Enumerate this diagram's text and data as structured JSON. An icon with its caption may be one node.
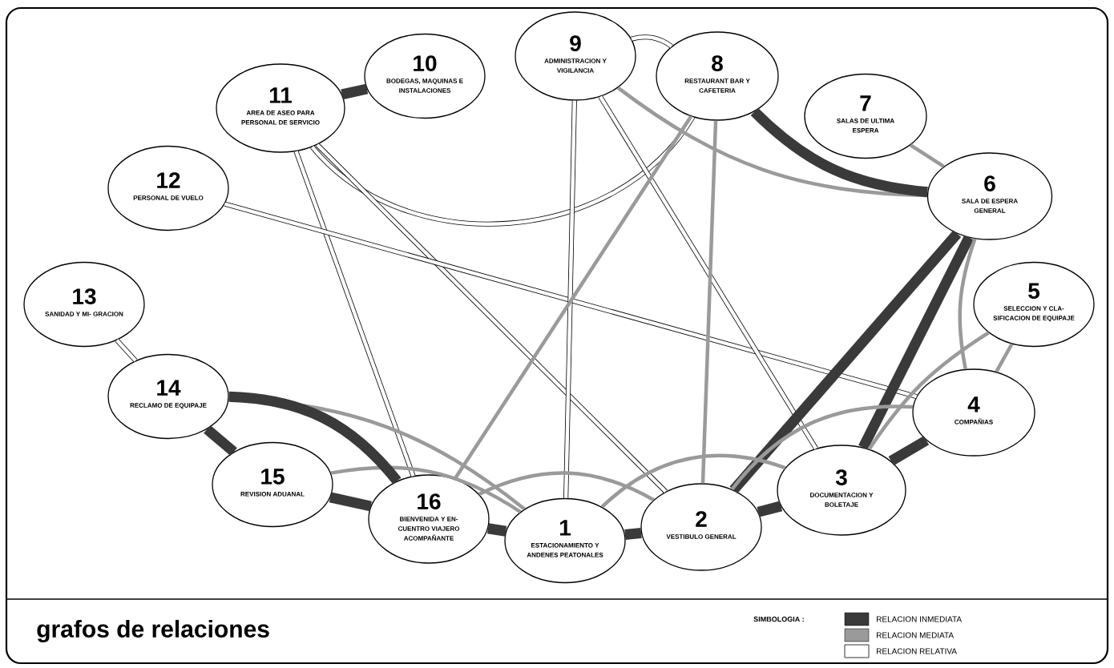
{
  "diagram": {
    "title": "grafos de relaciones",
    "nodes": [
      {
        "text": [
          "1",
          "ESTACIONAMIENTO Y ANDENES PEATONALES"
        ]
      },
      {
        "text": [
          "2",
          "VESTIBULO GENERAL"
        ]
      },
      {
        "text": [
          "3",
          "DOCUMENTACION Y BOLETAJE"
        ]
      },
      {
        "text": [
          "4",
          "COMPAÑIAS"
        ]
      },
      {
        "text": [
          "5",
          "SELECCION Y CLA- SIFICACION DE EQUIPAJE"
        ]
      },
      {
        "text": [
          "6",
          "SALA DE ESPERA GENERAL"
        ]
      },
      {
        "text": [
          "7",
          "SALAS DE ULTIMA ESPERA"
        ]
      },
      {
        "text": [
          "8",
          "RESTAURANT BAR Y CAFETERIA"
        ]
      },
      {
        "text": [
          "9",
          "ADMINISTRACION Y VIGILANCIA"
        ]
      },
      {
        "text": [
          "10",
          "BODEGAS, MAQUINAS E INSTALACIONES"
        ]
      },
      {
        "text": [
          "11",
          "AREA DE ASEO PARA PERSONAL DE SERVICIO"
        ]
      },
      {
        "text": [
          "12",
          "PERSONAL DE VUELO"
        ]
      },
      {
        "text": [
          "13",
          "SANIDAD Y MI- GRACION"
        ]
      },
      {
        "text": [
          "14",
          "RECLAMO DE EQUIPAJE"
        ]
      },
      {
        "text": [
          "15",
          "REVISION ADUANAL"
        ]
      },
      {
        "text": [
          "16",
          "BIENVENIDA Y EN- CUENTRO VIAJERO ACOMPAÑANTE"
        ]
      }
    ],
    "edges": [
      {
        "from": 10,
        "to": 9,
        "arrow": "none",
        "style": "thick",
        "color": "#3a3a3a"
      },
      {
        "from": 8,
        "to": 7,
        "arrow": "none",
        "color": "#000000"
      },
      {
        "from": 10,
        "to": 7,
        "arrow": "none",
        "color": "#000000"
      },
      {
        "from": 10,
        "to": 15,
        "arrow": "none",
        "color": "#000000"
      },
      {
        "from": 10,
        "to": 1,
        "arrow": "none",
        "color": "#000000"
      },
      {
        "from": 11,
        "to": 3,
        "arrow": "none",
        "color": "#000000"
      },
      {
        "from": 8,
        "to": 0,
        "arrow": "none",
        "color": "#000000"
      },
      {
        "from": 8,
        "to": 2,
        "arrow": "none",
        "color": "#000000"
      },
      {
        "from": 12,
        "to": 13,
        "arrow": "none",
        "color": "#000000"
      },
      {
        "from": 8,
        "to": 5,
        "arrow": "none",
        "color": "#9a9a9a"
      },
      {
        "from": 7,
        "to": 15,
        "arrow": "none",
        "color": "#9a9a9a"
      },
      {
        "from": 7,
        "to": 1,
        "arrow": "none",
        "color": "#9a9a9a"
      },
      {
        "from": 7,
        "to": 5,
        "arrow": "none",
        "style": "thick",
        "color": "#3a3a3a"
      },
      {
        "from": 6,
        "to": 5,
        "arrow": "none",
        "color": "#9a9a9a"
      },
      {
        "from": 5,
        "to": 1,
        "arrow": "none",
        "style": "thick",
        "color": "#3a3a3a"
      },
      {
        "from": 5,
        "to": 2,
        "arrow": "none",
        "style": "thick",
        "color": "#3a3a3a"
      },
      {
        "from": 5,
        "to": 3,
        "arrow": "none",
        "color": "#9a9a9a"
      },
      {
        "from": 4,
        "to": 3,
        "arrow": "none",
        "color": "#9a9a9a"
      },
      {
        "from": 4,
        "to": 2,
        "arrow": "none",
        "color": "#9a9a9a"
      },
      {
        "from": 3,
        "to": 1,
        "arrow": "none",
        "color": "#9a9a9a"
      },
      {
        "from": 13,
        "to": 0,
        "arrow": "none",
        "color": "#9a9a9a"
      },
      {
        "from": 14,
        "to": 0,
        "arrow": "none",
        "color": "#9a9a9a"
      },
      {
        "from": 15,
        "to": 1,
        "arrow": "none",
        "color": "#9a9a9a"
      },
      {
        "from": 0,
        "to": 2,
        "arrow": "none",
        "color": "#9a9a9a"
      },
      {
        "from": 13,
        "to": 15,
        "arrow": "none",
        "style": "thick",
        "color": "#3a3a3a"
      },
      {
        "from": 13,
        "to": 14,
        "arrow": "none",
        "style": "thick",
        "color": "#3a3a3a"
      },
      {
        "from": 14,
        "to": 15,
        "arrow": "none",
        "style": "thick",
        "color": "#3a3a3a"
      },
      {
        "from": 15,
        "to": 0,
        "arrow": "none",
        "style": "thick",
        "color": "#3a3a3a"
      },
      {
        "from": 0,
        "to": 1,
        "arrow": "none",
        "style": "thick",
        "color": "#3a3a3a"
      },
      {
        "from": 1,
        "to": 2,
        "arrow": "none",
        "style": "thick",
        "color": "#3a3a3a"
      },
      {
        "from": 2,
        "to": 3,
        "arrow": "none",
        "style": "thick",
        "color": "#3a3a3a"
      }
    ],
    "labels": [
      "SIMBOLOGIA :"
    ],
    "legend": [
      {
        "text": "RELACION INMEDIATA",
        "color": "#3a3a3a"
      },
      {
        "text": "RELACION MEDIATA",
        "color": "#9a9a9a"
      },
      {
        "text": "RELACION RELATIVA"
      }
    ]
  }
}
